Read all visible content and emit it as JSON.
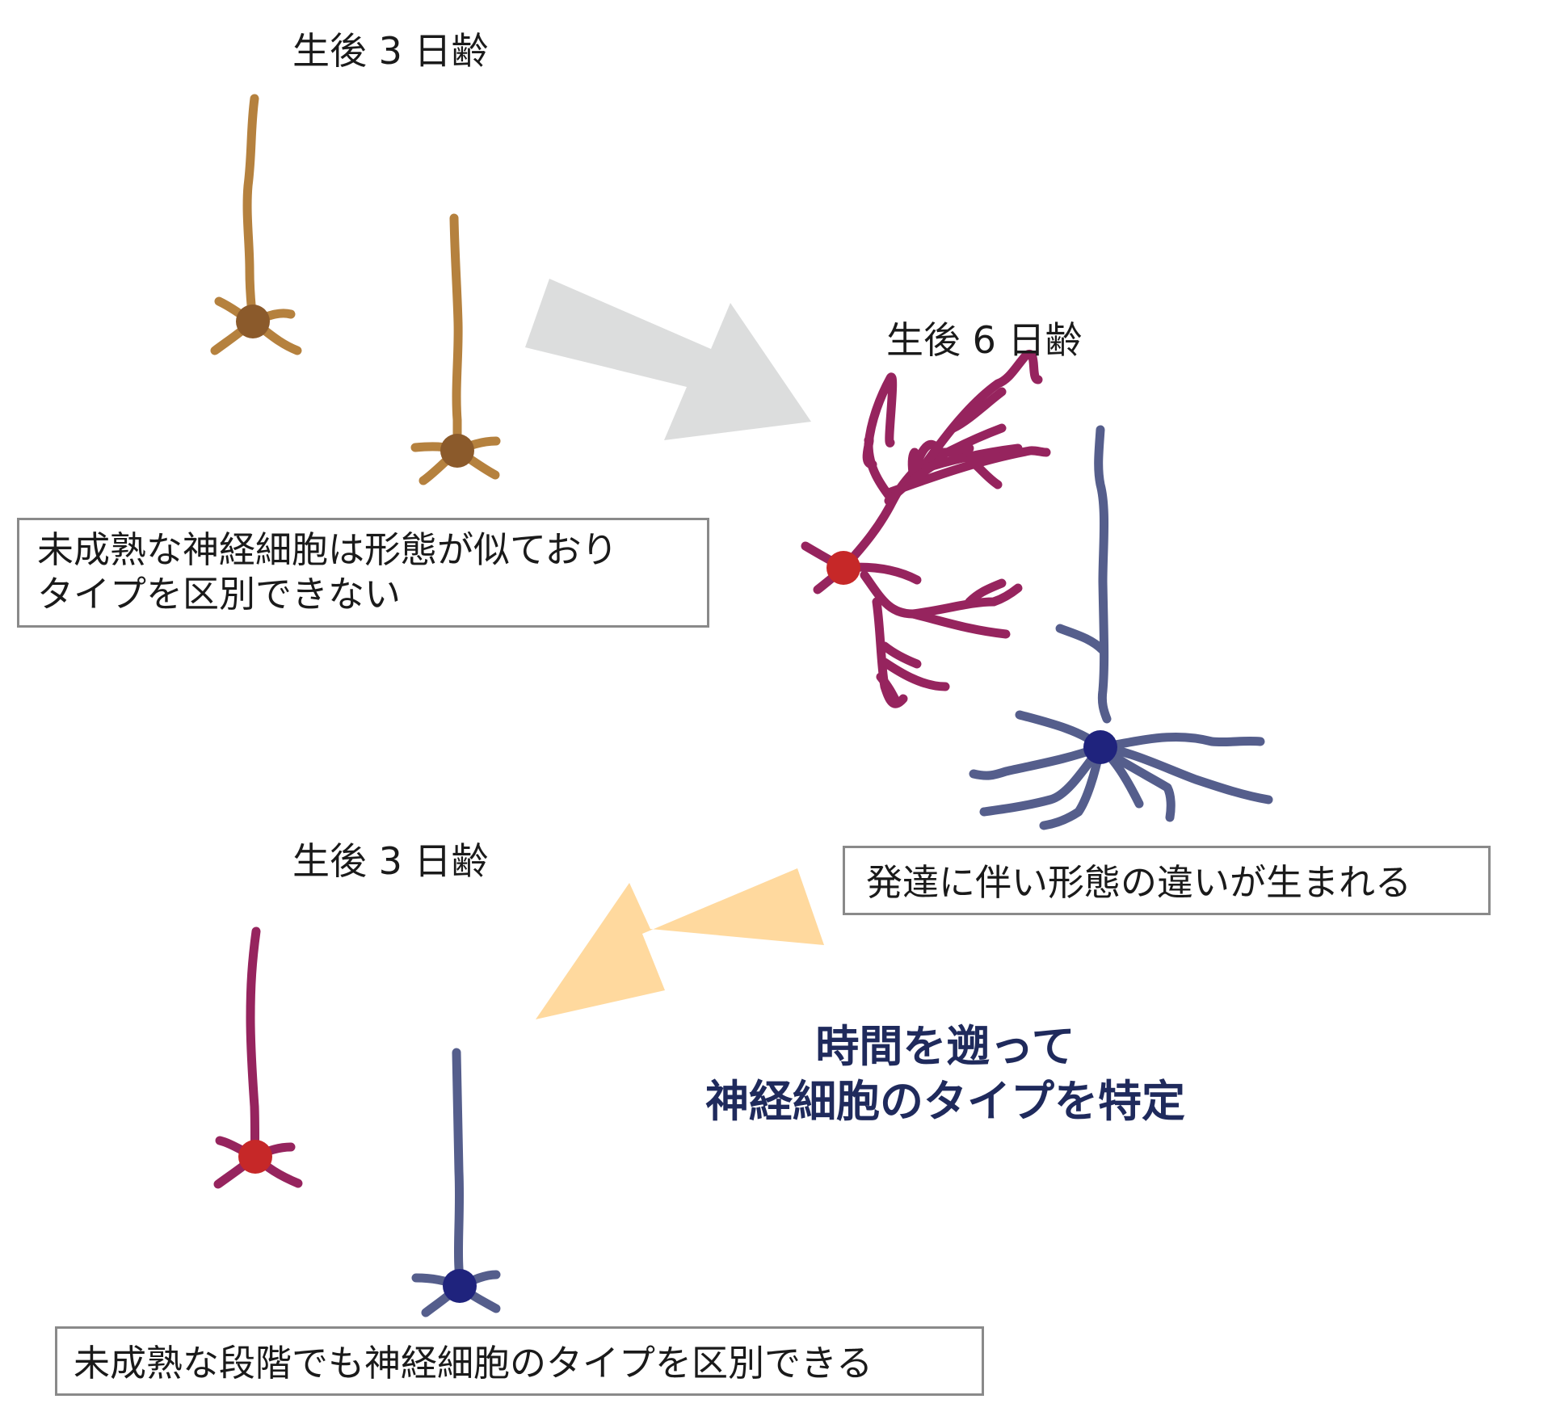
{
  "labels": {
    "age_p3_top": "生後 3 日齢",
    "age_p6": "生後 6 日齢",
    "age_p3_bottom": "生後 3 日齢"
  },
  "boxes": {
    "immature_line1": "未成熟な神経細胞は形態が似ており",
    "immature_line2": "タイプを区別できない",
    "development": "発達に伴い形態の違いが生まれる",
    "identified": "未成熟な段階でも神経細胞のタイプを区別できる"
  },
  "headline": {
    "line1": "時間を遡って",
    "line2": "神経細胞のタイプを特定"
  },
  "colors": {
    "immature_neuron": "#b5813e",
    "immature_soma": "#8b5a2b",
    "type_a_neuron": "#96245e",
    "type_a_soma": "#c62828",
    "type_b_neuron": "#555e8c",
    "type_b_soma": "#1f237d",
    "forward_arrow": "#dcdddd",
    "backward_arrow": "#ffd99e",
    "headline_text": "#1f2a5c",
    "box_border": "#8a8a8a"
  }
}
